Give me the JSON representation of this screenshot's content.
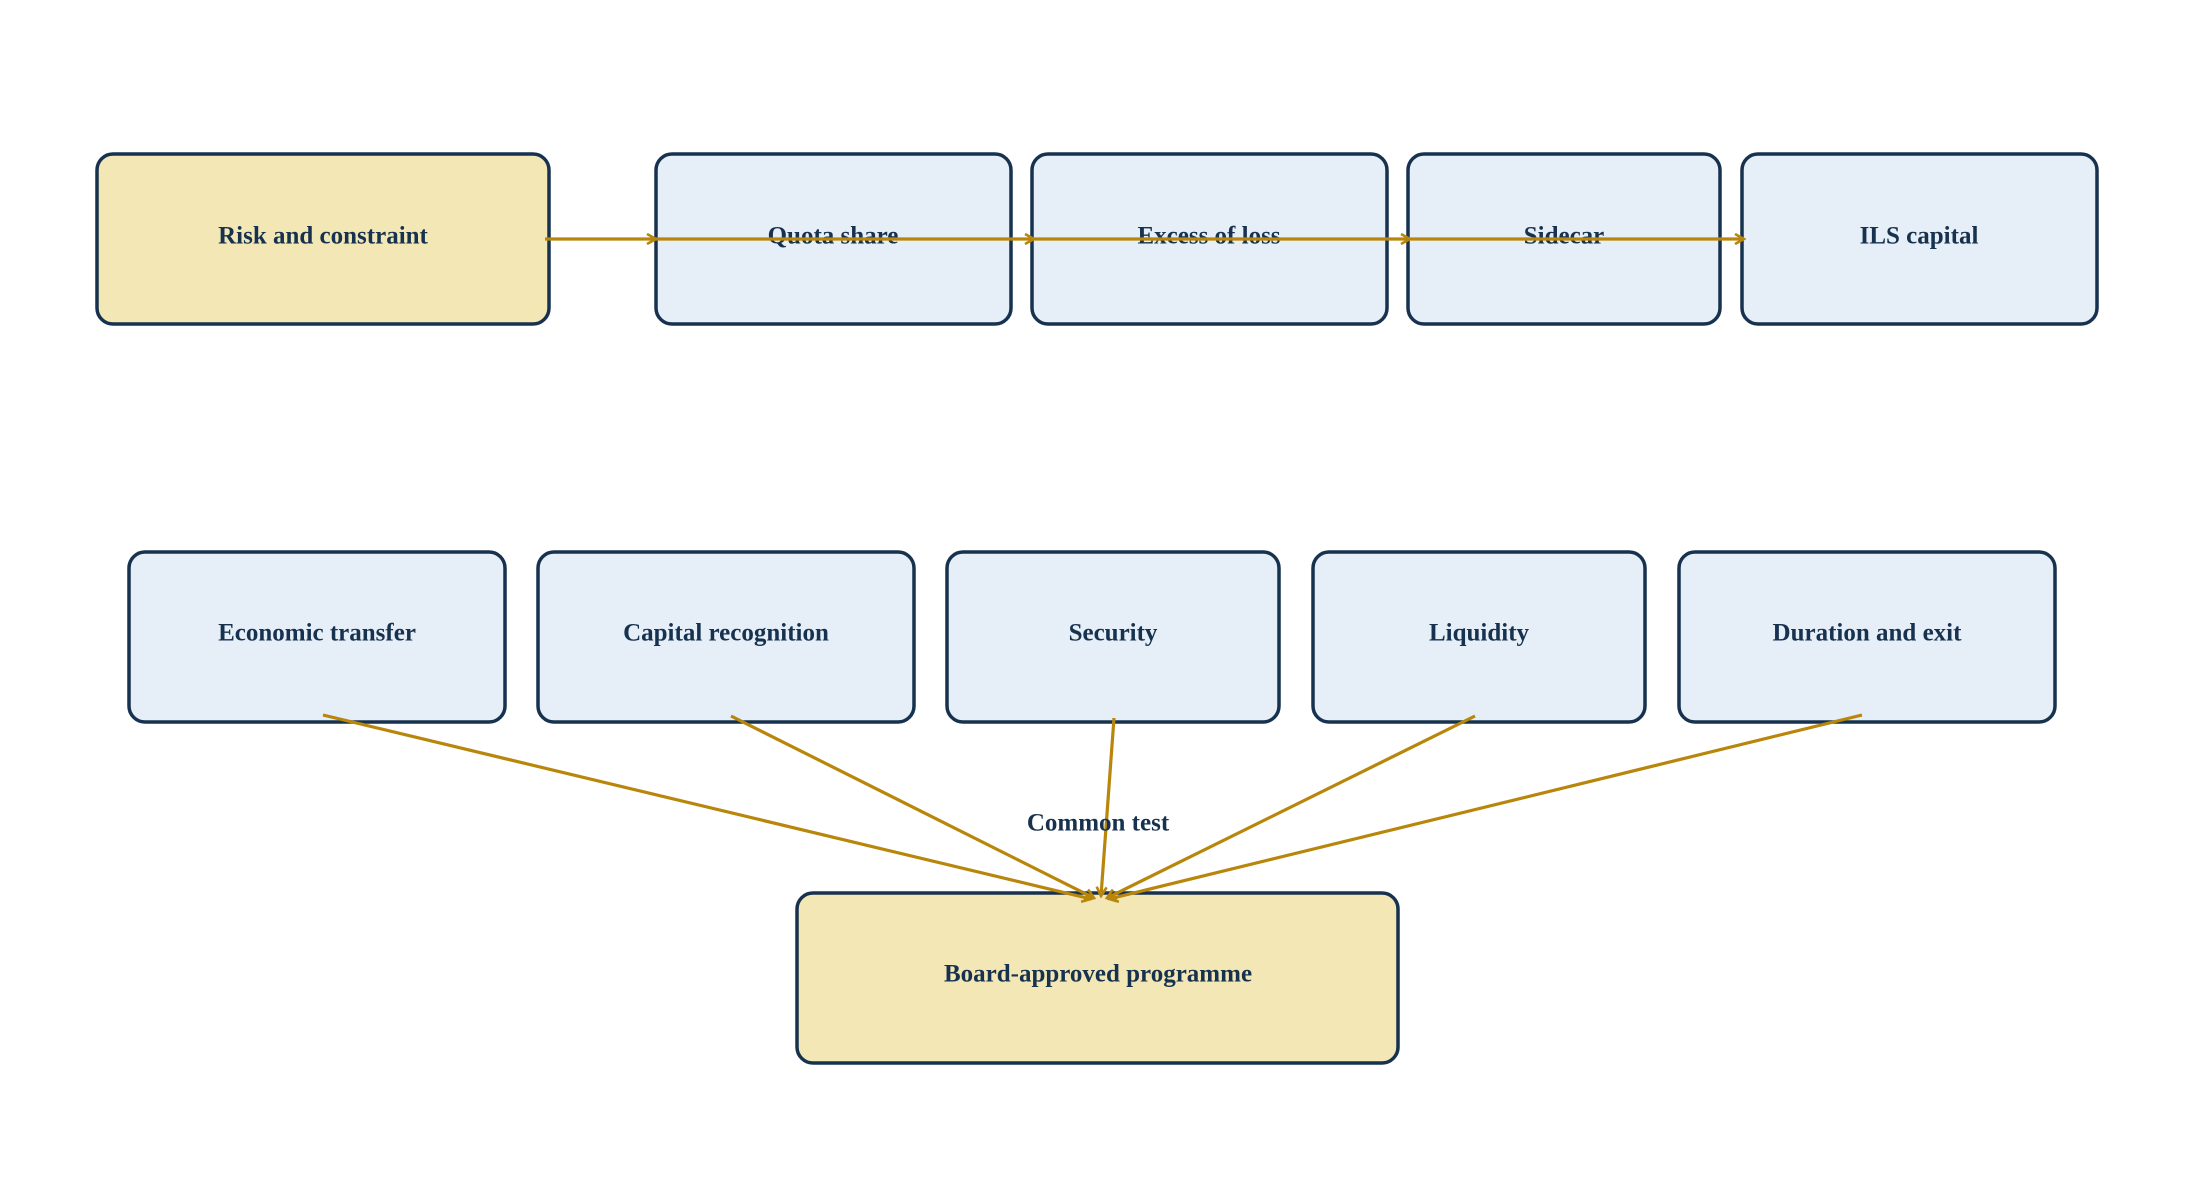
{
  "colors": {
    "border": "#17324f",
    "text": "#17324f",
    "fill_primary": "#f3e7b6",
    "fill_secondary": "#e6eef7",
    "arrow": "#b8860b",
    "background": "#ffffff"
  },
  "top_row": {
    "start": "Risk and constraint",
    "steps": [
      "Quota share",
      "Excess of loss",
      "Sidecar",
      "ILS capital"
    ]
  },
  "bottom_row": {
    "criteria": [
      "Economic transfer",
      "Capital recognition",
      "Security",
      "Liquidity",
      "Duration and exit"
    ],
    "connector_label": "Common test",
    "outcome": "Board-approved programme"
  }
}
